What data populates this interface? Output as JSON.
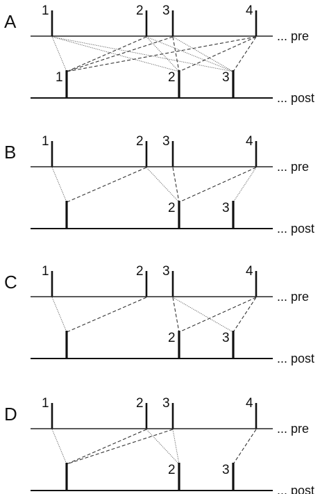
{
  "row_labels": {
    "pre": "... pre",
    "post": "... post"
  },
  "panels": [
    {
      "label": "A",
      "pre_spikes": [
        "1",
        "2",
        "3",
        "4"
      ],
      "post_spikes": [
        "1",
        "2",
        "3"
      ],
      "links": [
        {
          "pre": 0,
          "post": 0,
          "style": "dotted"
        },
        {
          "pre": 0,
          "post": 1,
          "style": "dotted"
        },
        {
          "pre": 0,
          "post": 2,
          "style": "dotted"
        },
        {
          "pre": 1,
          "post": 0,
          "style": "dashed"
        },
        {
          "pre": 1,
          "post": 1,
          "style": "dotted"
        },
        {
          "pre": 1,
          "post": 2,
          "style": "dotted"
        },
        {
          "pre": 2,
          "post": 0,
          "style": "dashed"
        },
        {
          "pre": 2,
          "post": 1,
          "style": "dashed"
        },
        {
          "pre": 2,
          "post": 2,
          "style": "dotted"
        },
        {
          "pre": 3,
          "post": 0,
          "style": "dashed"
        },
        {
          "pre": 3,
          "post": 1,
          "style": "dashed"
        },
        {
          "pre": 3,
          "post": 2,
          "style": "dashed"
        }
      ]
    },
    {
      "label": "B",
      "pre_spikes": [
        "1",
        "2",
        "3",
        "4"
      ],
      "post_spikes": [
        "",
        "2",
        "3"
      ],
      "links": [
        {
          "pre": 0,
          "post": 0,
          "style": "dotted"
        },
        {
          "pre": 1,
          "post": 0,
          "style": "dashed"
        },
        {
          "pre": 1,
          "post": 1,
          "style": "dotted"
        },
        {
          "pre": 2,
          "post": 1,
          "style": "dashed"
        },
        {
          "pre": 3,
          "post": 1,
          "style": "dashed"
        },
        {
          "pre": 3,
          "post": 2,
          "style": "dotted"
        }
      ]
    },
    {
      "label": "C",
      "pre_spikes": [
        "1",
        "2",
        "3",
        "4"
      ],
      "post_spikes": [
        "",
        "2",
        "3"
      ],
      "links": [
        {
          "pre": 0,
          "post": 0,
          "style": "dotted"
        },
        {
          "pre": 1,
          "post": 0,
          "style": "dashed"
        },
        {
          "pre": 2,
          "post": 1,
          "style": "dashed"
        },
        {
          "pre": 2,
          "post": 2,
          "style": "dotted"
        },
        {
          "pre": 3,
          "post": 1,
          "style": "dashed"
        },
        {
          "pre": 3,
          "post": 2,
          "style": "dashed"
        }
      ]
    },
    {
      "label": "D",
      "pre_spikes": [
        "1",
        "2",
        "3",
        "4"
      ],
      "post_spikes": [
        "",
        "2",
        "3"
      ],
      "links": [
        {
          "pre": 0,
          "post": 0,
          "style": "dotted"
        },
        {
          "pre": 1,
          "post": 0,
          "style": "dashed"
        },
        {
          "pre": 1,
          "post": 1,
          "style": "dotted"
        },
        {
          "pre": 2,
          "post": 0,
          "style": "dashed"
        },
        {
          "pre": 2,
          "post": 1,
          "style": "dotted"
        },
        {
          "pre": 3,
          "post": 2,
          "style": "dashed"
        }
      ]
    }
  ]
}
